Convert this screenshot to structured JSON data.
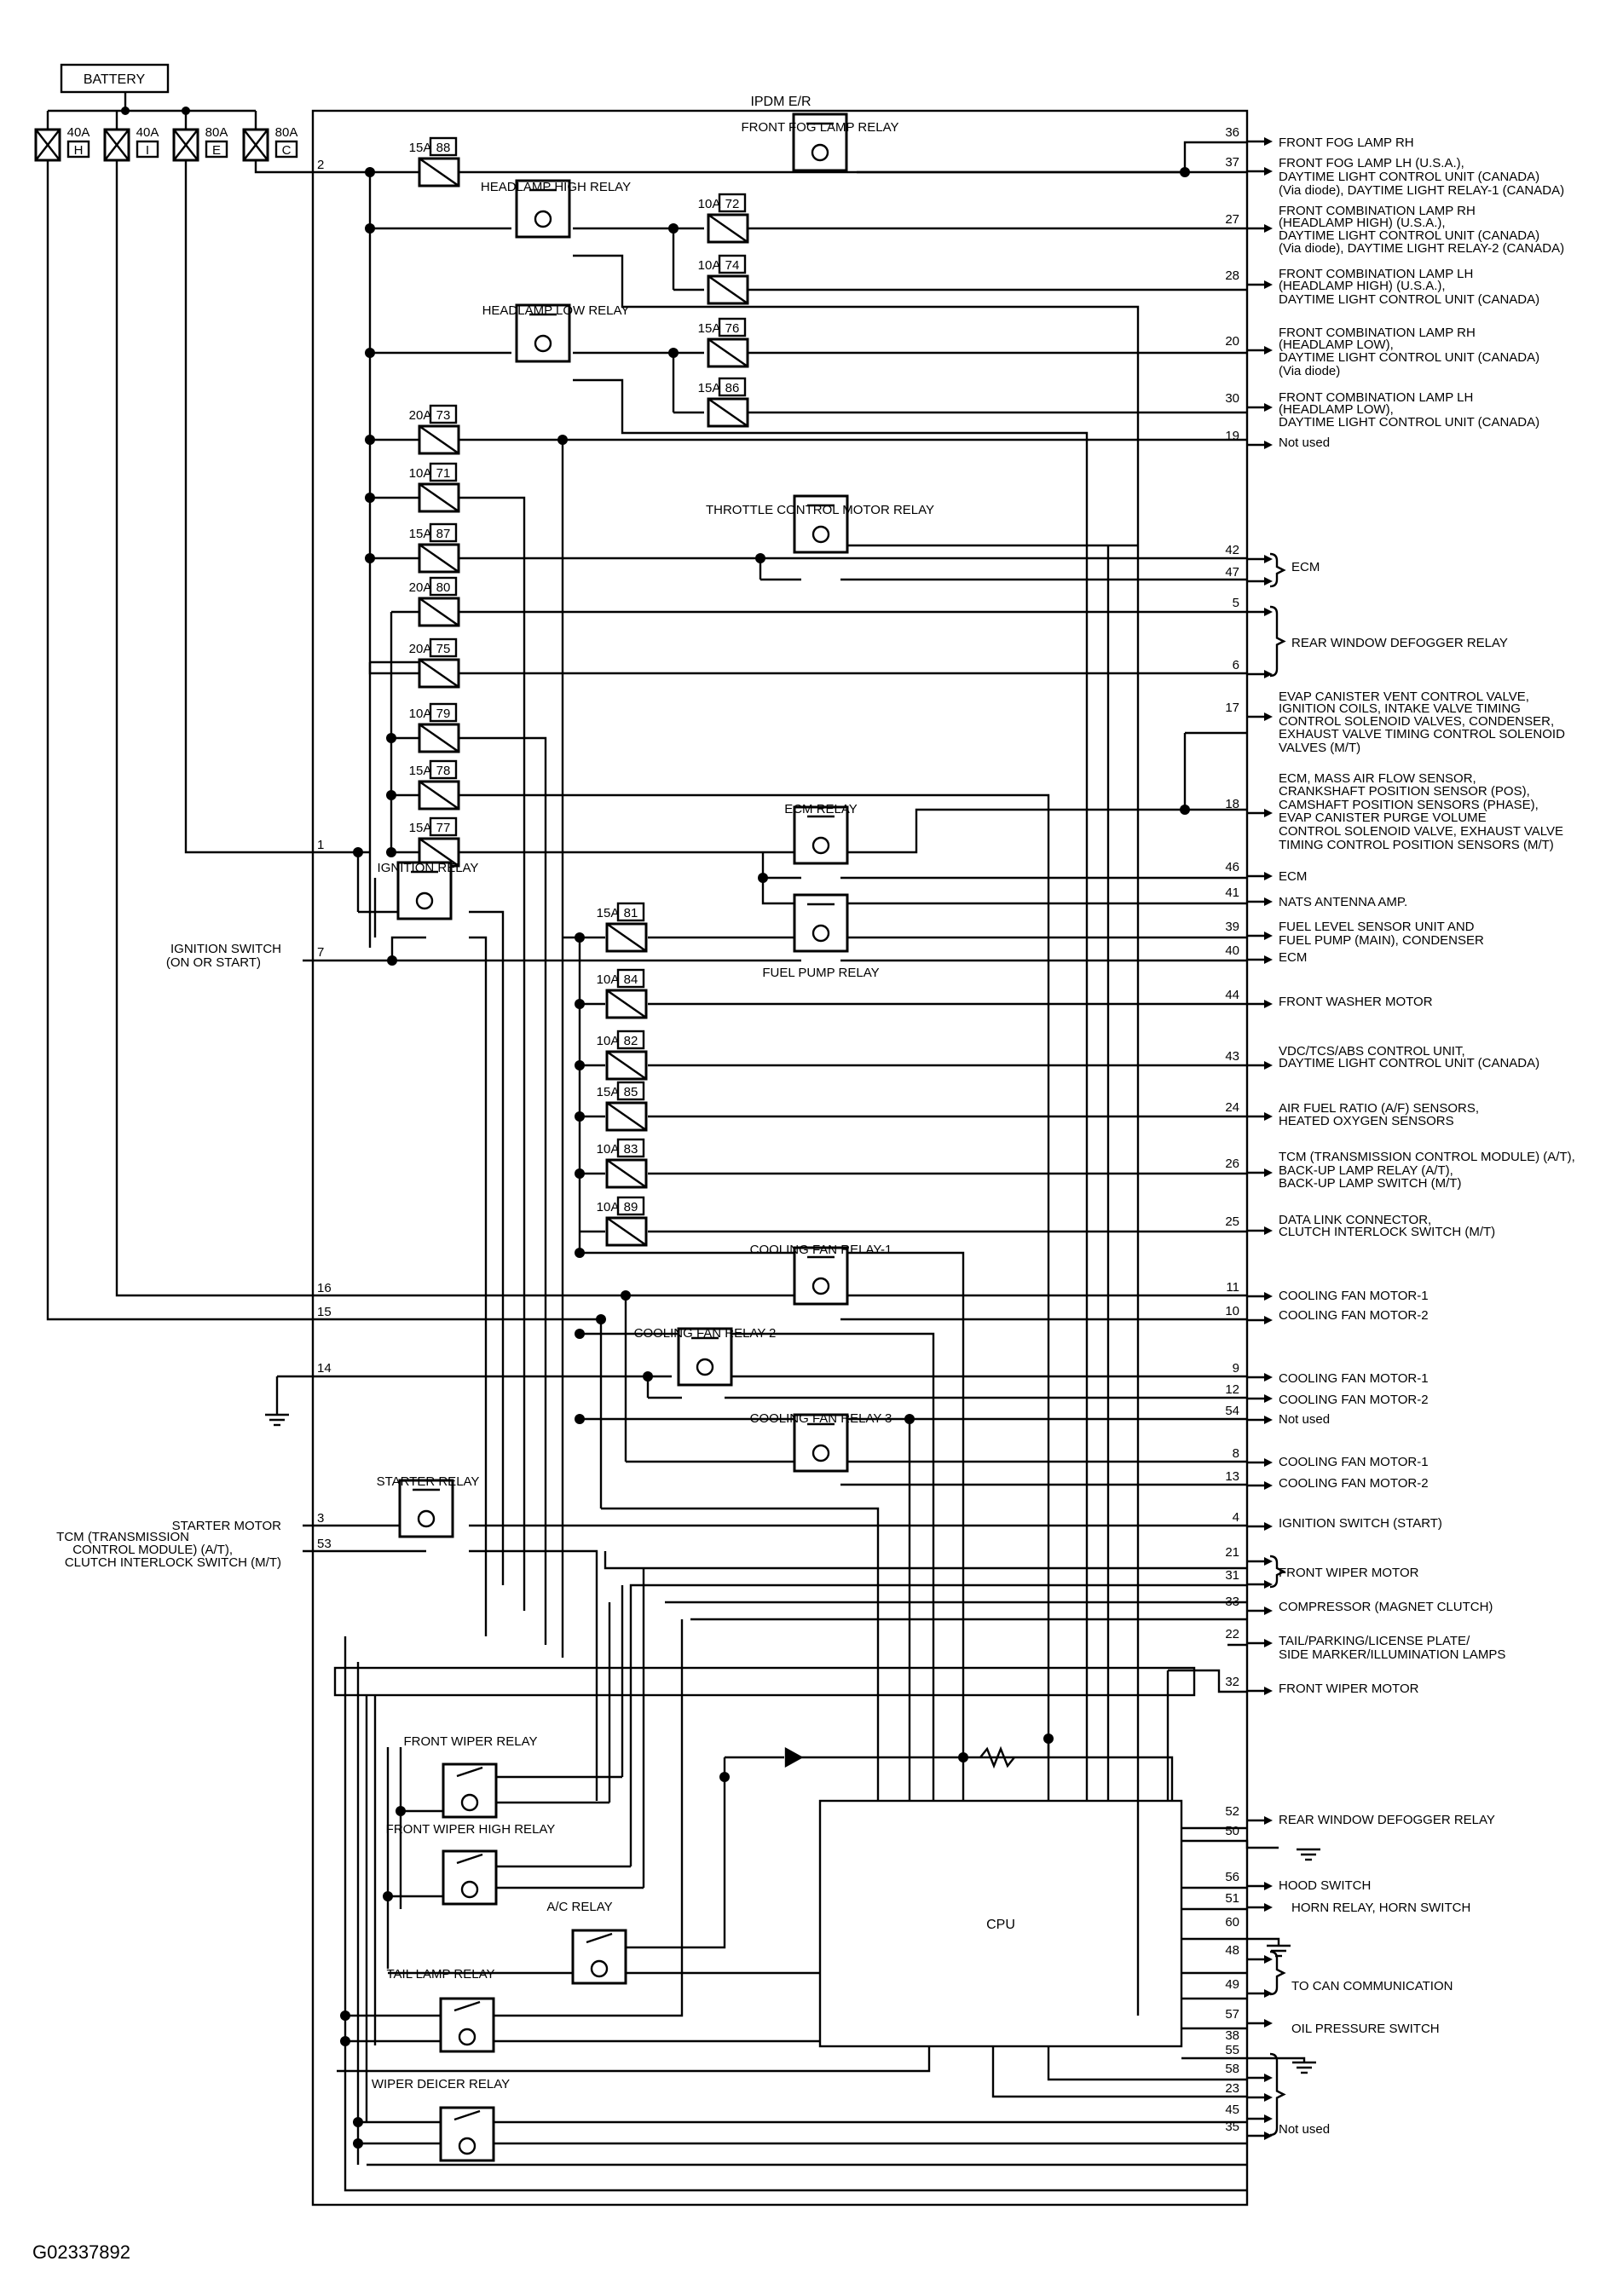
{
  "module": {
    "name": "IPDM E/R",
    "cpu_label": "CPU"
  },
  "battery": {
    "label": "BATTERY"
  },
  "fusible_links": [
    {
      "amp": "40A",
      "letter": "H"
    },
    {
      "amp": "40A",
      "letter": "I"
    },
    {
      "amp": "80A",
      "letter": "E"
    },
    {
      "amp": "80A",
      "letter": "C"
    }
  ],
  "fuses": [
    {
      "amp": "15A",
      "num": "88"
    },
    {
      "amp": "10A",
      "num": "72"
    },
    {
      "amp": "10A",
      "num": "74"
    },
    {
      "amp": "15A",
      "num": "76"
    },
    {
      "amp": "15A",
      "num": "86"
    },
    {
      "amp": "20A",
      "num": "73"
    },
    {
      "amp": "10A",
      "num": "71"
    },
    {
      "amp": "15A",
      "num": "87"
    },
    {
      "amp": "20A",
      "num": "80"
    },
    {
      "amp": "20A",
      "num": "75"
    },
    {
      "amp": "10A",
      "num": "79"
    },
    {
      "amp": "15A",
      "num": "78"
    },
    {
      "amp": "15A",
      "num": "77"
    },
    {
      "amp": "15A",
      "num": "81"
    },
    {
      "amp": "10A",
      "num": "84"
    },
    {
      "amp": "10A",
      "num": "82"
    },
    {
      "amp": "15A",
      "num": "85"
    },
    {
      "amp": "10A",
      "num": "83"
    },
    {
      "amp": "10A",
      "num": "89"
    }
  ],
  "relays": [
    "FRONT FOG LAMP RELAY",
    "HEADLAMP HIGH RELAY",
    "HEADLAMP LOW RELAY",
    "THROTTLE CONTROL MOTOR RELAY",
    "ECM RELAY",
    "IGNITION RELAY",
    "FUEL PUMP RELAY",
    "COOLING FAN RELAY-1",
    "COOLING FAN RELAY-2",
    "COOLING FAN RELAY-3",
    "STARTER RELAY",
    "FRONT WIPER RELAY",
    "FRONT WIPER HIGH RELAY",
    "A/C RELAY",
    "TAIL LAMP RELAY",
    "WIPER DEICER RELAY"
  ],
  "left_pins": {
    "p2": "2",
    "p1": "1",
    "p7": "7",
    "p16": "16",
    "p15": "15",
    "p14": "14",
    "p3": "3",
    "p53": "53"
  },
  "left_destinations": {
    "ign_switch_1": "IGNITION SWITCH",
    "ign_switch_2": "(ON OR START)",
    "starter_motor": "STARTER MOTOR",
    "tcm_1": "TCM (TRANSMISSION",
    "tcm_2": "CONTROL MODULE) (A/T),",
    "tcm_3": "CLUTCH INTERLOCK SWITCH (M/T)"
  },
  "right_pins": [
    "36",
    "37",
    "27",
    "28",
    "20",
    "30",
    "19",
    "42",
    "47",
    "5",
    "6",
    "17",
    "18",
    "46",
    "41",
    "39",
    "40",
    "44",
    "43",
    "24",
    "26",
    "25",
    "11",
    "10",
    "9",
    "12",
    "54",
    "8",
    "13",
    "4",
    "21",
    "31",
    "33",
    "22",
    "32",
    "52",
    "50",
    "56",
    "51",
    "60",
    "48",
    "49",
    "57",
    "38",
    "55",
    "58",
    "23",
    "45",
    "35"
  ],
  "right_destinations": [
    "FRONT FOG LAMP RH",
    "FRONT FOG LAMP LH (U.S.A.),",
    "DAYTIME LIGHT CONTROL UNIT (CANADA)",
    "(Via diode), DAYTIME LIGHT RELAY-1 (CANADA)",
    "FRONT COMBINATION LAMP RH",
    "(HEADLAMP HIGH) (U.S.A.),",
    "DAYTIME LIGHT CONTROL UNIT (CANADA)",
    "(Via diode), DAYTIME LIGHT RELAY-2 (CANADA)",
    "FRONT COMBINATION LAMP LH",
    "(HEADLAMP HIGH) (U.S.A.),",
    "DAYTIME LIGHT CONTROL UNIT (CANADA)",
    "FRONT COMBINATION LAMP RH",
    "(HEADLAMP LOW),",
    "DAYTIME LIGHT CONTROL UNIT (CANADA)",
    "(Via diode)",
    "FRONT COMBINATION LAMP LH",
    "(HEADLAMP LOW),",
    "DAYTIME LIGHT CONTROL UNIT (CANADA)",
    "Not used",
    "ECM",
    "REAR WINDOW DEFOGGER RELAY",
    "EVAP CANISTER VENT CONTROL VALVE,",
    "IGNITION COILS, INTAKE VALVE TIMING",
    "CONTROL SOLENOID VALVES, CONDENSER,",
    "EXHAUST VALVE TIMING CONTROL SOLENOID",
    "VALVES (M/T)",
    "ECM, MASS AIR FLOW SENSOR,",
    "CRANKSHAFT POSITION SENSOR (POS),",
    "CAMSHAFT POSITION SENSORS (PHASE),",
    "EVAP CANISTER PURGE VOLUME",
    "CONTROL SOLENOID VALVE, EXHAUST VALVE",
    "TIMING CONTROL POSITION SENSORS (M/T)",
    "ECM",
    "NATS ANTENNA AMP.",
    "FUEL LEVEL SENSOR UNIT AND",
    "FUEL PUMP (MAIN), CONDENSER",
    "ECM",
    "FRONT WASHER MOTOR",
    "VDC/TCS/ABS CONTROL UNIT,",
    "DAYTIME LIGHT CONTROL UNIT (CANADA)",
    "AIR FUEL RATIO (A/F) SENSORS,",
    "HEATED OXYGEN SENSORS",
    "TCM (TRANSMISSION CONTROL MODULE) (A/T),",
    "BACK-UP LAMP RELAY (A/T),",
    "BACK-UP LAMP SWITCH (M/T)",
    "DATA LINK CONNECTOR,",
    "CLUTCH INTERLOCK SWITCH (M/T)",
    "COOLING FAN MOTOR-1",
    "COOLING FAN MOTOR-2",
    "COOLING FAN MOTOR-1",
    "COOLING FAN MOTOR-2",
    "Not used",
    "COOLING FAN MOTOR-1",
    "COOLING FAN MOTOR-2",
    "IGNITION SWITCH (START)",
    "FRONT WIPER MOTOR",
    "COMPRESSOR (MAGNET CLUTCH)",
    "TAIL/PARKING/LICENSE PLATE/",
    "SIDE MARKER/ILLUMINATION LAMPS",
    "FRONT WIPER MOTOR",
    "REAR WINDOW DEFOGGER RELAY",
    "HOOD SWITCH",
    "HORN RELAY, HORN SWITCH",
    "TO CAN COMMUNICATION",
    "OIL PRESSURE SWITCH",
    "Not used"
  ],
  "figure_id": "G02337892"
}
